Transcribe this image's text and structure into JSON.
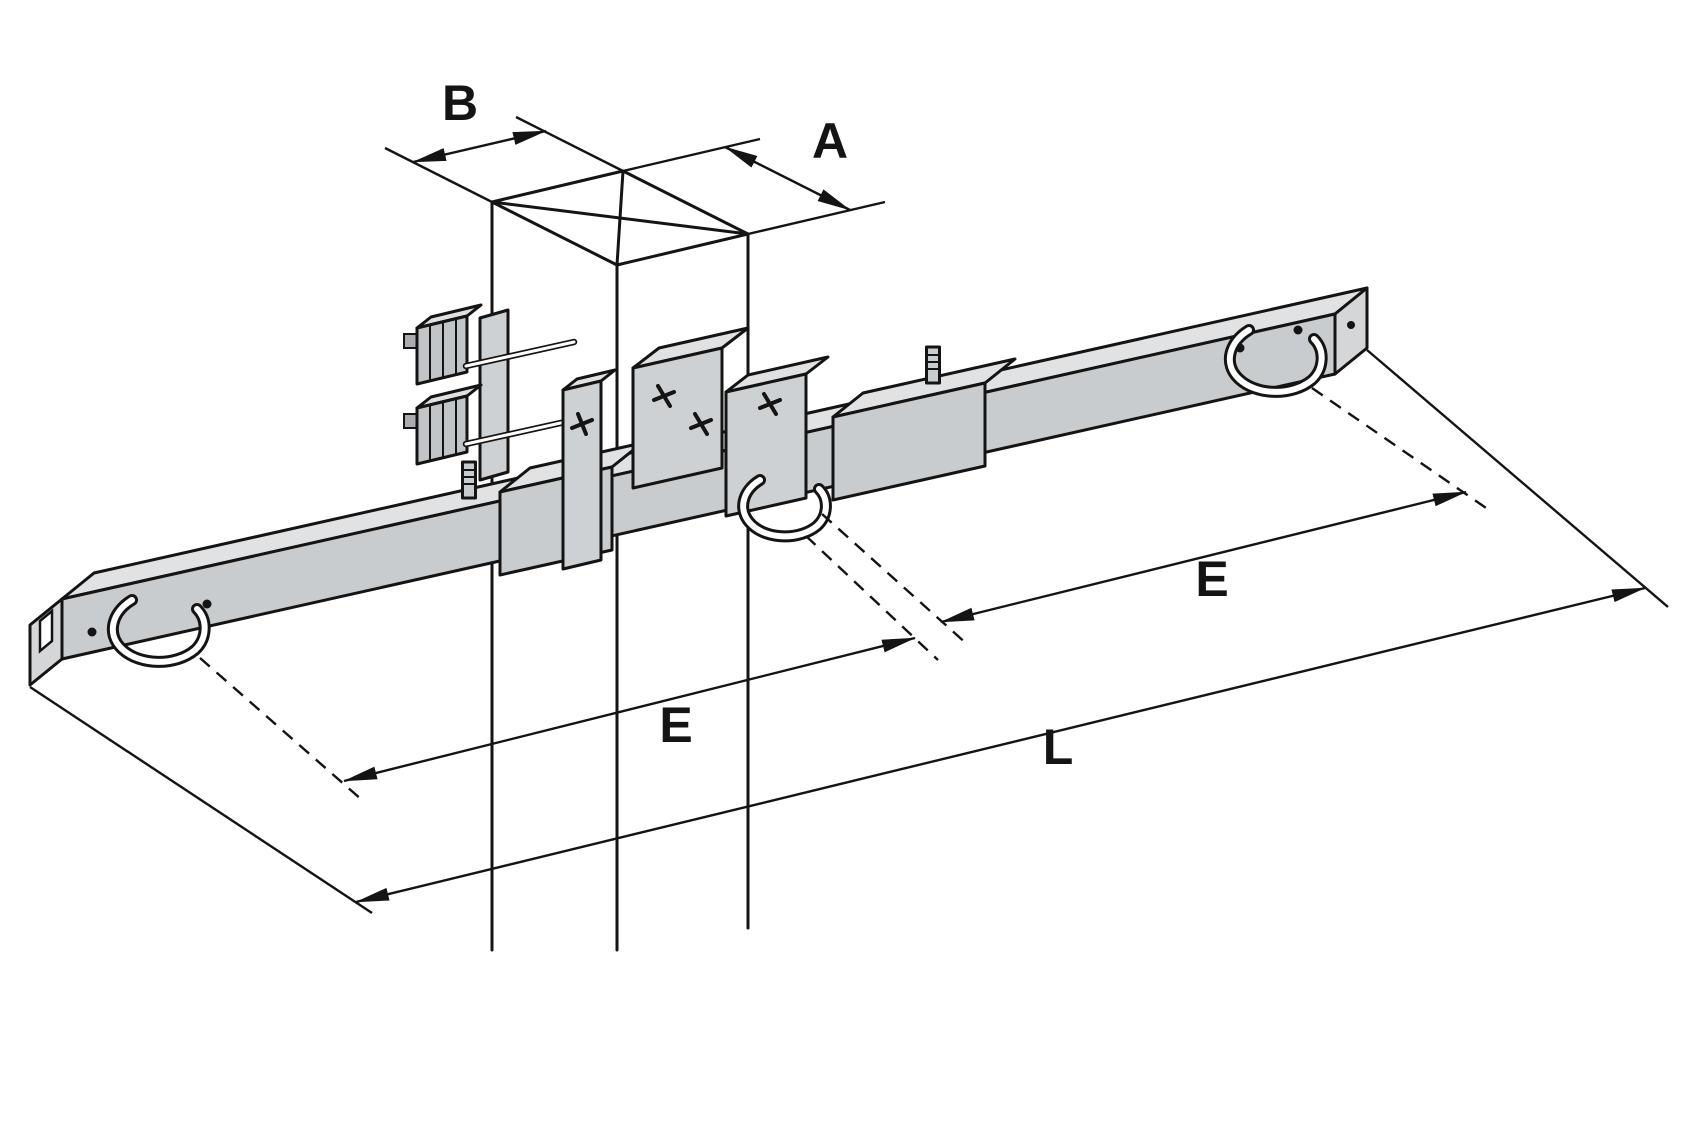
{
  "diagram": {
    "labels": {
      "b": "B",
      "a": "A",
      "e_left": "E",
      "e_right": "E",
      "l": "L"
    },
    "colors": {
      "line": "#141414",
      "metal_top": "#e0e2e4",
      "metal_front": "#c9ccce",
      "metal_end": "#d4d6d8",
      "background": "#ffffff"
    }
  }
}
